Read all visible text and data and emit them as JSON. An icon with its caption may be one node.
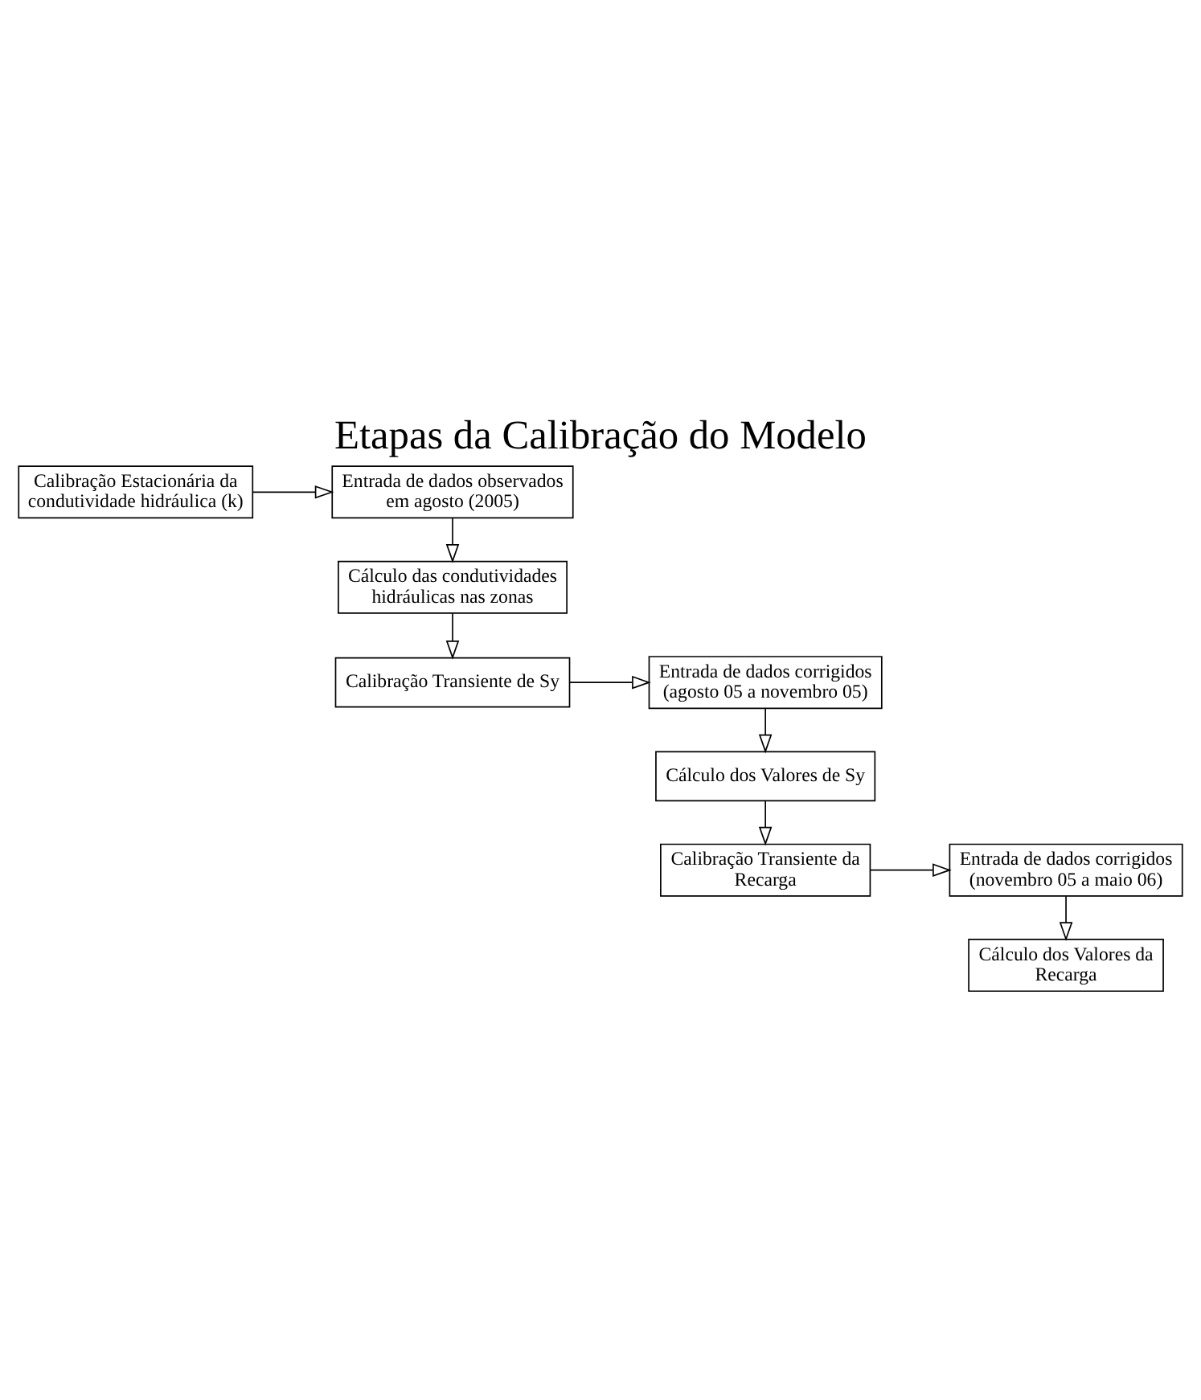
{
  "diagram": {
    "title": "Etapas da Calibração do Modelo",
    "nodes": [
      {
        "text": [
          "Calibração Estacionária da condutividade hidráulica (k)"
        ]
      },
      {
        "text": [
          "Entrada de dados observados em agosto (2005)"
        ]
      },
      {
        "text": [
          "Cálculo das condutividades hidráulicas nas zonas"
        ]
      },
      {
        "text": [
          "Calibração Transiente de Sy"
        ]
      },
      {
        "text": [
          "Entrada de dados corrigidos (agosto 05 a novembro 05)"
        ]
      },
      {
        "text": [
          "Cálculo dos Valores de Sy"
        ]
      },
      {
        "text": [
          "Calibração Transiente da Recarga"
        ]
      },
      {
        "text": [
          "Entrada de dados corrigidos (novembro 05 a maio 06)"
        ]
      },
      {
        "text": [
          "Cálculo dos Valores da Recarga"
        ]
      }
    ],
    "edges": [
      {
        "from": 0,
        "to": 1,
        "arrow": "to"
      },
      {
        "from": 1,
        "to": 2,
        "arrow": "to"
      },
      {
        "from": 2,
        "to": 3,
        "arrow": "to"
      },
      {
        "from": 3,
        "to": 4,
        "arrow": "to"
      },
      {
        "from": 4,
        "to": 5,
        "arrow": "to"
      },
      {
        "from": 5,
        "to": 6,
        "arrow": "to"
      },
      {
        "from": 6,
        "to": 7,
        "arrow": "to"
      },
      {
        "from": 7,
        "to": 8,
        "arrow": "to"
      }
    ]
  }
}
